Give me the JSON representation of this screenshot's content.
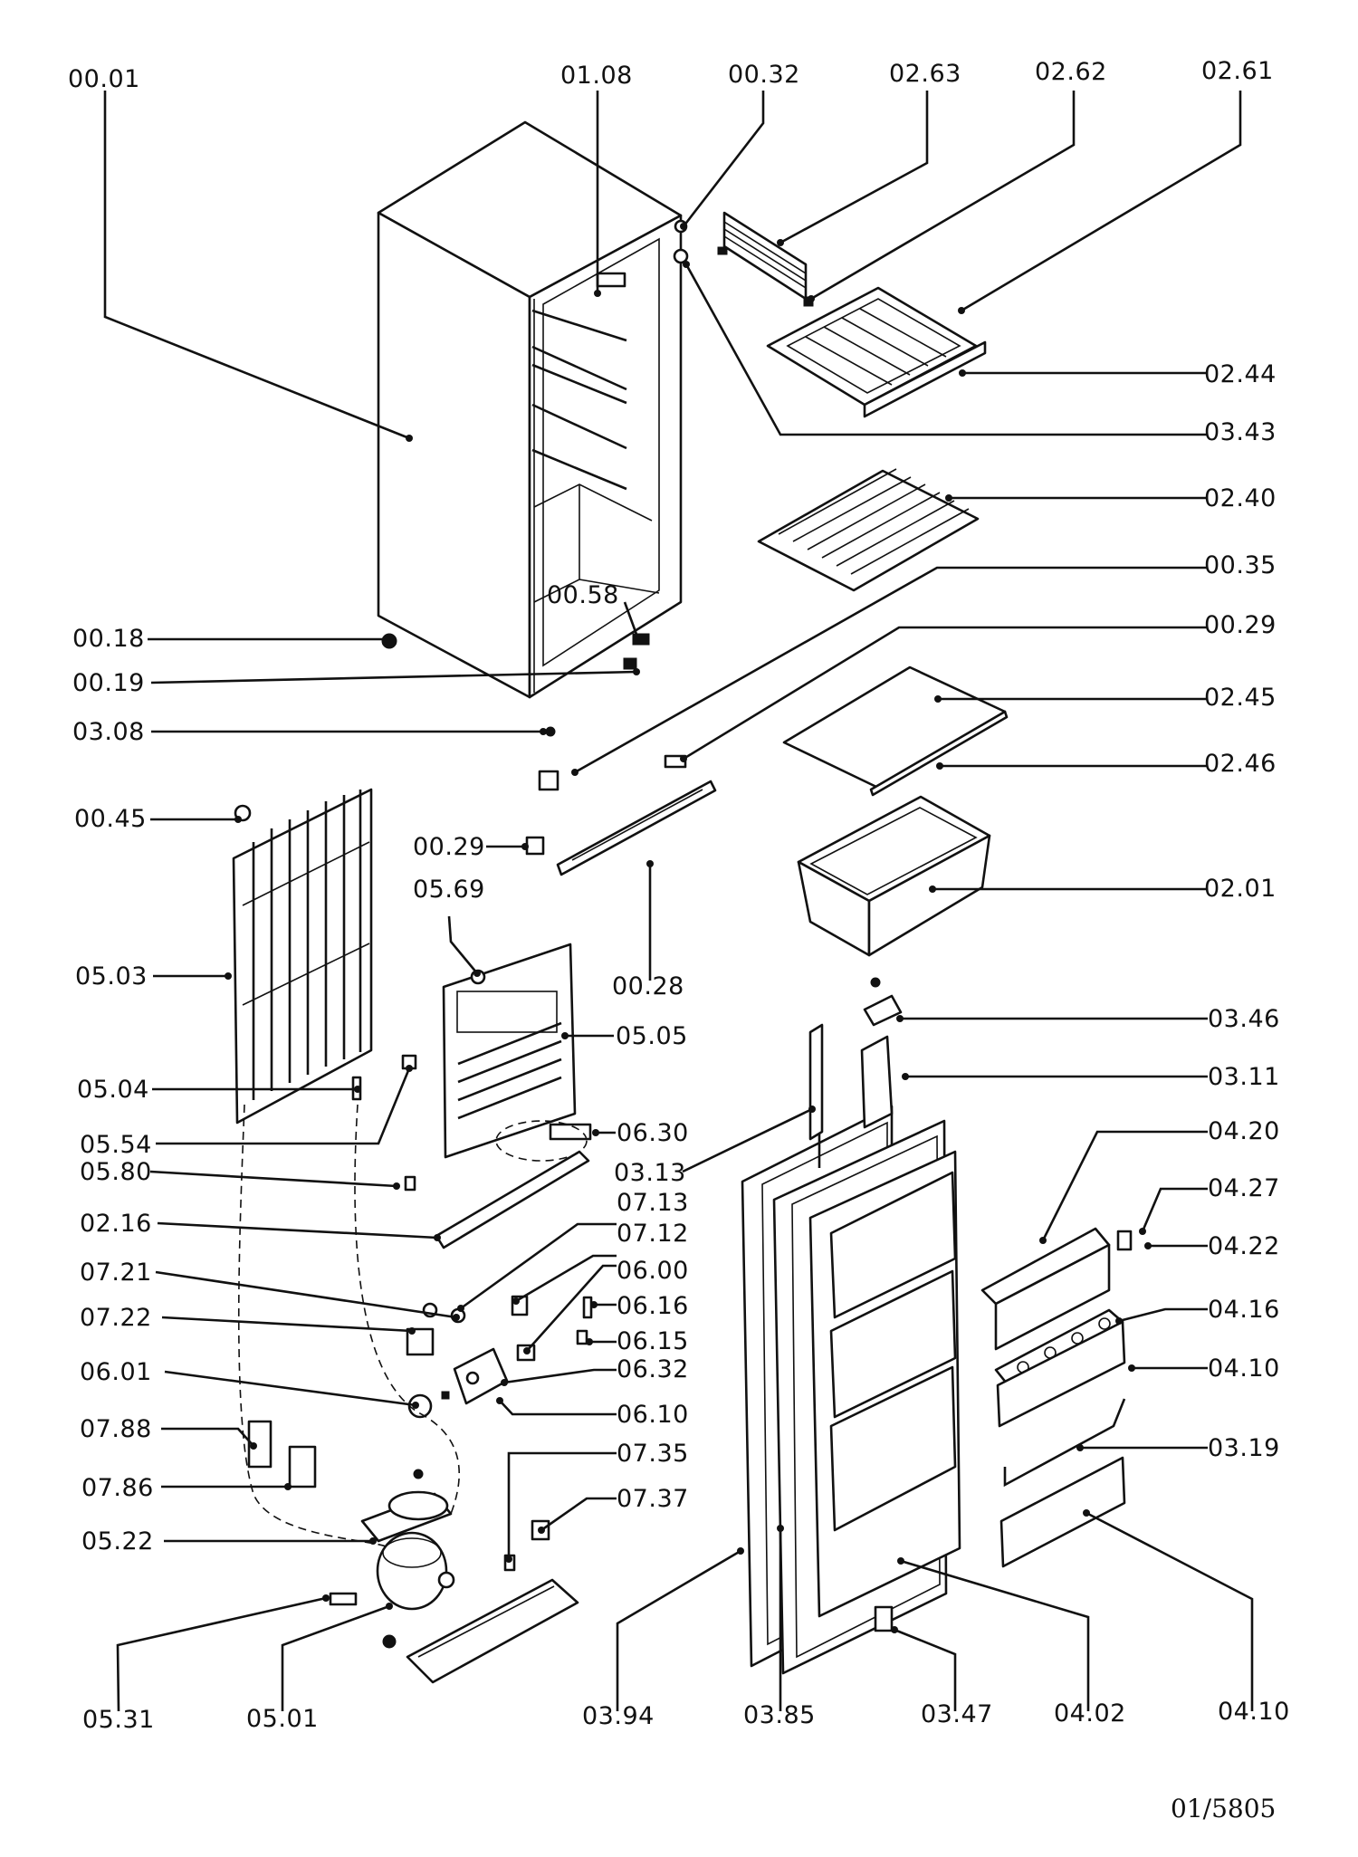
{
  "doc_ref": "01/5805",
  "labels": {
    "l0001": "00.01",
    "l0108": "01.08",
    "l0032": "00.32",
    "l0263": "02.63",
    "l0262": "02.62",
    "l0261": "02.61",
    "l0244": "02.44",
    "l0343": "03.43",
    "l0240": "02.40",
    "l0035": "00.35",
    "l0029a": "00.29",
    "l0245": "02.45",
    "l0246": "02.46",
    "l0201": "02.01",
    "l0058": "00.58",
    "l0018": "00.18",
    "l0019": "00.19",
    "l0308": "03.08",
    "l0045": "00.45",
    "l0029b": "00.29",
    "l0569": "05.69",
    "l0028": "00.28",
    "l0503": "05.03",
    "l0505": "05.05",
    "l0504": "05.04",
    "l0554": "05.54",
    "l0630": "06.30",
    "l0580": "05.80",
    "l0313": "03.13",
    "l0216": "02.16",
    "l0713": "07.13",
    "l0712": "07.12",
    "l0721": "07.21",
    "l0600": "06.00",
    "l0616": "06.16",
    "l0722": "07.22",
    "l0615": "06.15",
    "l0601": "06.01",
    "l0632": "06.32",
    "l0610": "06.10",
    "l0788": "07.88",
    "l0735": "07.35",
    "l0786": "07.86",
    "l0737": "07.37",
    "l0522": "05.22",
    "l0531": "05.31",
    "l0501": "05.01",
    "l0394": "03.94",
    "l0385": "03.85",
    "l0347": "03.47",
    "l0402": "04.02",
    "l0410b": "04.10",
    "l0346": "03.46",
    "l0311": "03.11",
    "l0420": "04.20",
    "l0427": "04.27",
    "l0422": "04.22",
    "l0416": "04.16",
    "l0410a": "04.10",
    "l0319": "03.19"
  }
}
